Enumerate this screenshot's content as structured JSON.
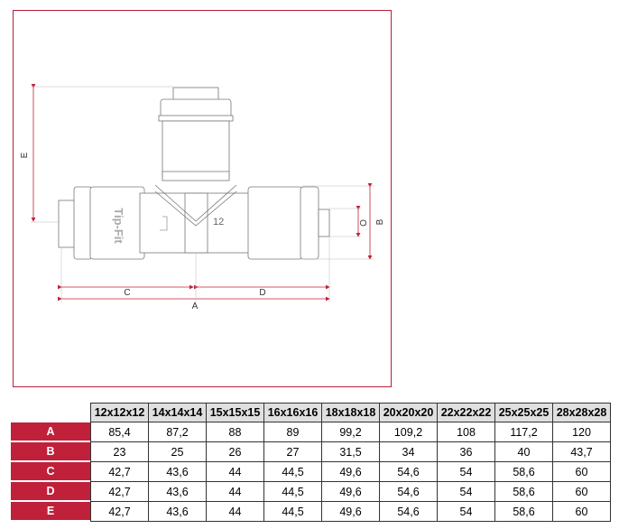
{
  "drawing": {
    "dimension_labels": {
      "A": "A",
      "B": "B",
      "C": "C",
      "D": "D",
      "E": "E",
      "O": "O"
    },
    "marking": "12",
    "brand_marking": "Tip-Fit",
    "accent_color": "#c0203a"
  },
  "table": {
    "columns": [
      "12x12x12",
      "14x14x14",
      "15x15x15",
      "16x16x16",
      "18x18x18",
      "20x20x20",
      "22x22x22",
      "25x25x25",
      "28x28x28"
    ],
    "rows": [
      {
        "label": "A",
        "values": [
          "85,4",
          "87,2",
          "88",
          "89",
          "99,2",
          "109,2",
          "108",
          "117,2",
          "120"
        ]
      },
      {
        "label": "B",
        "values": [
          "23",
          "25",
          "26",
          "27",
          "31,5",
          "34",
          "36",
          "40",
          "43,7"
        ]
      },
      {
        "label": "C",
        "values": [
          "42,7",
          "43,6",
          "44",
          "44,5",
          "49,6",
          "54,6",
          "54",
          "58,6",
          "60"
        ]
      },
      {
        "label": "D",
        "values": [
          "42,7",
          "43,6",
          "44",
          "44,5",
          "49,6",
          "54,6",
          "54",
          "58,6",
          "60"
        ]
      },
      {
        "label": "E",
        "values": [
          "42,7",
          "43,6",
          "44",
          "44,5",
          "49,6",
          "54,6",
          "54",
          "58,6",
          "60"
        ]
      }
    ]
  }
}
